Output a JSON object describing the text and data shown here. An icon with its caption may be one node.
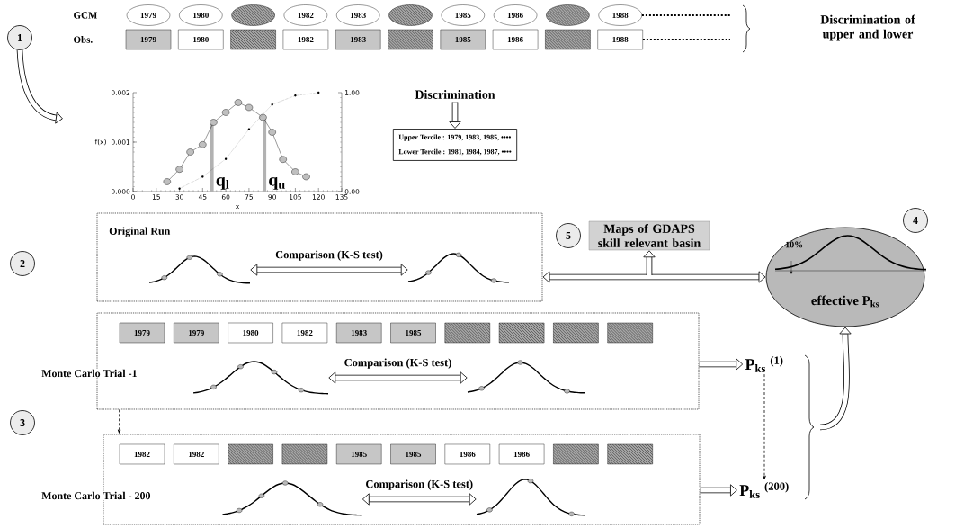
{
  "diagram": {
    "nodes": [
      {
        "text": [
          "1"
        ]
      },
      {
        "text": [
          "1979"
        ]
      },
      {
        "text": [
          "1980"
        ]
      },
      {
        "text": [],
        "shape": "ellipse"
      },
      {
        "text": [
          "1982"
        ]
      },
      {
        "text": [
          "1983"
        ]
      },
      {
        "text": [],
        "shape": "ellipse"
      },
      {
        "text": [
          "1985"
        ]
      },
      {
        "text": [
          "1986"
        ]
      },
      {
        "text": [],
        "shape": "ellipse"
      },
      {
        "text": [
          "1988"
        ]
      },
      {
        "text": [
          "1979"
        ]
      },
      {
        "text": [
          "1980"
        ]
      },
      {
        "text": [],
        "shape": "box"
      },
      {
        "text": [
          "1982"
        ]
      },
      {
        "text": [
          "1983"
        ]
      },
      {
        "text": [],
        "shape": "box"
      },
      {
        "text": [
          "1985"
        ]
      },
      {
        "text": [
          "1986"
        ]
      },
      {
        "text": [],
        "shape": "box"
      },
      {
        "text": [
          "1988"
        ]
      },
      {
        "text": [
          "Discrimination"
        ]
      },
      {
        "text": [
          "Upper Tercile : 1979, 1983, 1985, ••••",
          "Lower Tercile : 1981, 1984, 1987, ••••"
        ]
      },
      {
        "text": [
          "5"
        ]
      },
      {
        "text": [
          "Maps of GDAPS skill relevant basin"
        ]
      },
      {
        "text": [
          "4"
        ]
      },
      {
        "text": [
          "10%",
          "effective P$_{ks}$"
        ]
      },
      {
        "text": [
          "2"
        ]
      },
      {
        "text": [
          "Original Run"
        ]
      },
      {
        "text": [],
        "shape": "curve",
        "in": 28
      },
      {
        "text": [],
        "shape": "curve",
        "in": 28
      },
      {
        "text": [
          "Monte Carlo Trial -1"
        ]
      },
      {
        "text": [
          "1979"
        ],
        "in": 31
      },
      {
        "text": [
          "1979"
        ],
        "in": 31
      },
      {
        "text": [
          "1980"
        ],
        "in": 31
      },
      {
        "text": [
          "1982"
        ],
        "in": 31
      },
      {
        "text": [
          "1983"
        ],
        "in": 31
      },
      {
        "text": [
          "1985"
        ],
        "in": 31
      },
      {
        "text": [],
        "shape": "box",
        "in": 31
      },
      {
        "text": [],
        "shape": "box",
        "in": 31
      },
      {
        "text": [],
        "shape": "box",
        "in": 31
      },
      {
        "text": [],
        "shape": "box",
        "in": 31
      },
      {
        "text": [],
        "shape": "curve",
        "in": 31
      },
      {
        "text": [],
        "shape": "curve",
        "in": 31
      },
      {
        "text": [
          "P$_{ks}$ $^{(1)}$"
        ]
      },
      {
        "text": [
          "3"
        ]
      },
      {
        "text": [
          "Monte Carlo Trial - 200"
        ]
      },
      {
        "text": [
          "1982"
        ],
        "in": 46
      },
      {
        "text": [
          "1982"
        ],
        "in": 46
      },
      {
        "text": [],
        "shape": "box",
        "in": 46
      },
      {
        "text": [],
        "shape": "box",
        "in": 46
      },
      {
        "text": [
          "1985"
        ],
        "in": 46
      },
      {
        "text": [
          "1985"
        ],
        "in": 46
      },
      {
        "text": [
          "1986"
        ],
        "in": 46
      },
      {
        "text": [
          "1986"
        ],
        "in": 46
      },
      {
        "text": [],
        "shape": "box",
        "in": 46
      },
      {
        "text": [],
        "shape": "box",
        "in": 46
      },
      {
        "text": [],
        "shape": "curve",
        "in": 46
      },
      {
        "text": [],
        "shape": "curve",
        "in": 46
      },
      {
        "text": [
          "P$_{ks}$ $^{(200)}$"
        ]
      }
    ],
    "edges": [
      {
        "from": 21,
        "to": 22,
        "arrow": "to"
      },
      {
        "from": 0,
        "to": null,
        "arrow": "to"
      },
      {
        "from": 29,
        "to": 30,
        "arrow": "both",
        "label": "Comparison  (K-S test)"
      },
      {
        "from": 42,
        "to": 43,
        "arrow": "both",
        "label": "Comparison (K-S test)"
      },
      {
        "from": 57,
        "to": 58,
        "arrow": "both",
        "label": "Comparison (K-S test)"
      },
      {
        "from": 31,
        "to": 46,
        "arrow": "to",
        "style": "dashed"
      },
      {
        "from": 31,
        "to": 44,
        "arrow": "to"
      },
      {
        "from": 46,
        "to": 59,
        "arrow": "to"
      },
      {
        "from": 44,
        "to": 59,
        "arrow": "to",
        "style": "dashed"
      },
      {
        "from": null,
        "to": 26,
        "arrow": "to"
      },
      {
        "from": 28,
        "to": 26,
        "arrow": "both"
      },
      {
        "from": null,
        "to": 24,
        "arrow": "to"
      },
      {
        "from": 10,
        "to": null,
        "arrow": "none",
        "style": "dashed"
      },
      {
        "from": 20,
        "to": null,
        "arrow": "none",
        "style": "dashed"
      }
    ],
    "labels": [
      "GCM",
      "Obs.",
      "Discrimination of upper and lower"
    ],
    "chart_data": {
      "type": "line",
      "xlabel": "x",
      "ylabel": "f(x)",
      "x": [
        22,
        30,
        37,
        45,
        52,
        60,
        68,
        75,
        84,
        90,
        97,
        105,
        112,
        120
      ],
      "series": [
        {
          "marker": "circle",
          "values": [
            0.0002,
            0.00045,
            0.0008,
            0.00095,
            0.0014,
            0.0016,
            0.0018,
            0.0017,
            0.0015,
            0.0012,
            0.00065,
            0.0004,
            0.0003,
            null
          ]
        },
        {
          "axis": "y2",
          "marker": "dot",
          "line_style": "dotted",
          "values": [
            null,
            0.03,
            null,
            0.15,
            null,
            0.33,
            null,
            0.63,
            null,
            0.88,
            null,
            0.97,
            null,
            1.0
          ]
        }
      ],
      "xlim": [
        0,
        135
      ],
      "ylim": [
        0,
        0.002
      ],
      "y2lim": [
        0,
        1
      ],
      "xticks": [
        0,
        15,
        30,
        45,
        60,
        75,
        90,
        105,
        120,
        135
      ],
      "yticks": [
        {
          "value": 0,
          "label": "0.000"
        },
        {
          "value": 0.001,
          "label": "0.001"
        },
        {
          "value": 0.002,
          "label": "0.002"
        }
      ],
      "y2ticks": [
        {
          "value": 0,
          "label": "0.00"
        },
        {
          "value": 1,
          "label": "1.00"
        }
      ],
      "annotations": [
        {
          "x": 51,
          "y": 0.0014,
          "text": "q$_{l}$"
        },
        {
          "x": 85,
          "y": 0.0015,
          "text": "q$_{u}$"
        }
      ]
    }
  }
}
